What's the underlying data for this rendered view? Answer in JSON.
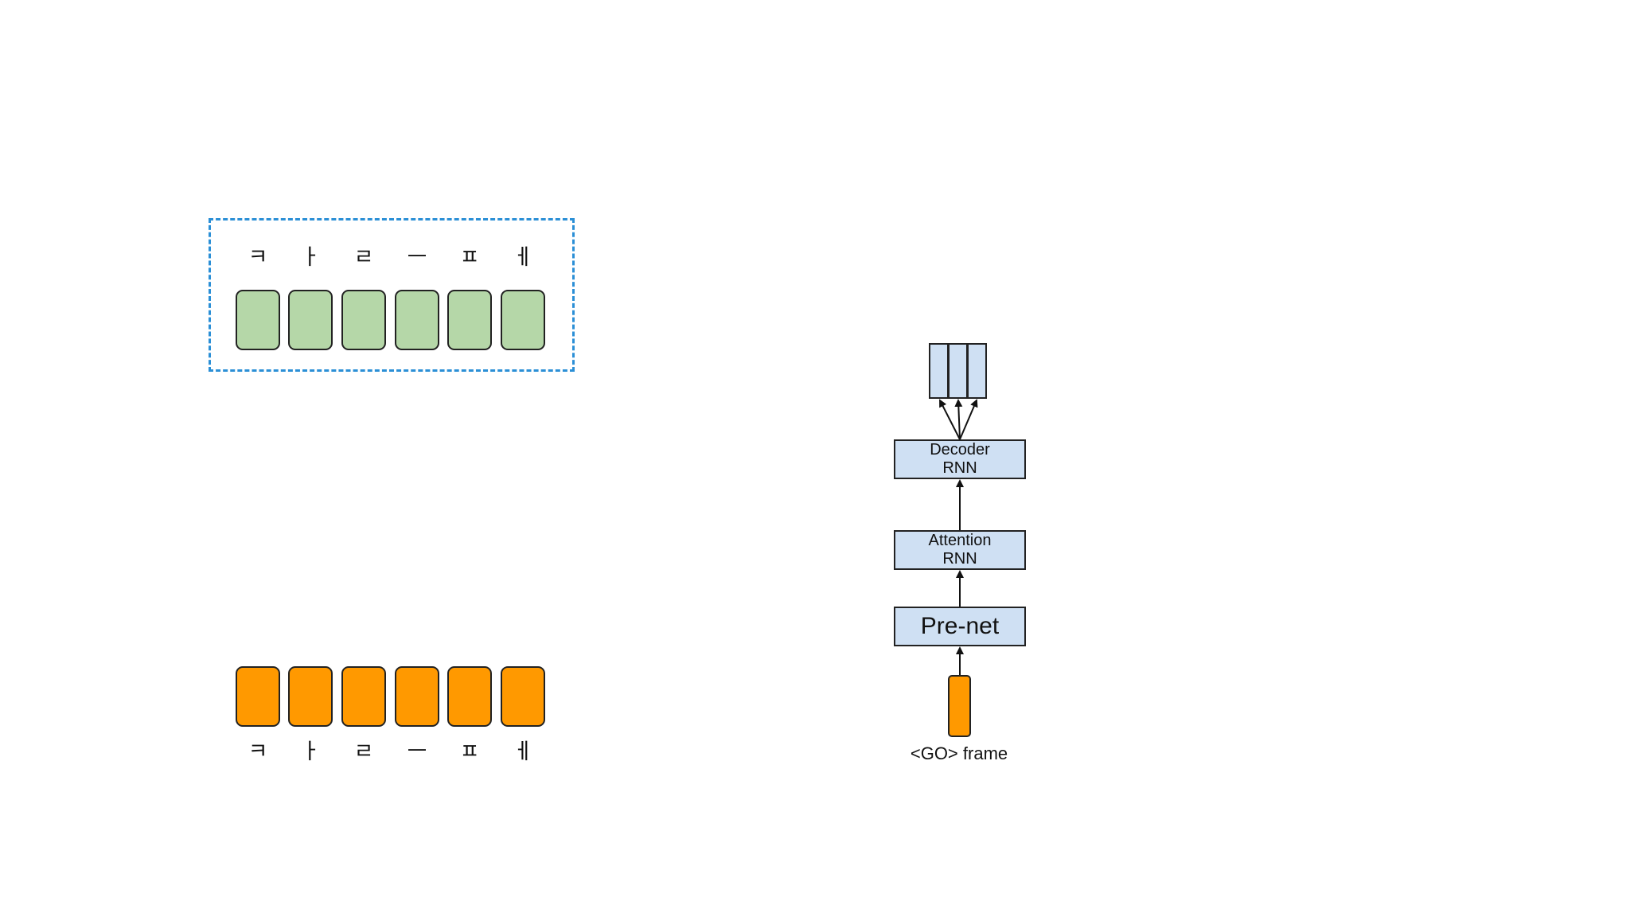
{
  "encoder": {
    "jamo": [
      "ㅋ",
      "ㅏ",
      "ㄹ",
      "ㅡ",
      "ㅍ",
      "ㅔ"
    ],
    "cell_color": "#b5d7a8",
    "border_color": "#2b8fd6"
  },
  "input": {
    "jamo": [
      "ㅋ",
      "ㅏ",
      "ㄹ",
      "ㅡ",
      "ㅍ",
      "ㅔ"
    ],
    "cell_color": "#ff9900"
  },
  "decoder": {
    "decoder_rnn": [
      "Decoder",
      "RNN"
    ],
    "attention_rnn": [
      "Attention",
      "RNN"
    ],
    "prenet": "Pre-net",
    "go_frame": "<GO> frame",
    "block_color": "#cfe0f3",
    "frame_color": "#ff9900"
  }
}
